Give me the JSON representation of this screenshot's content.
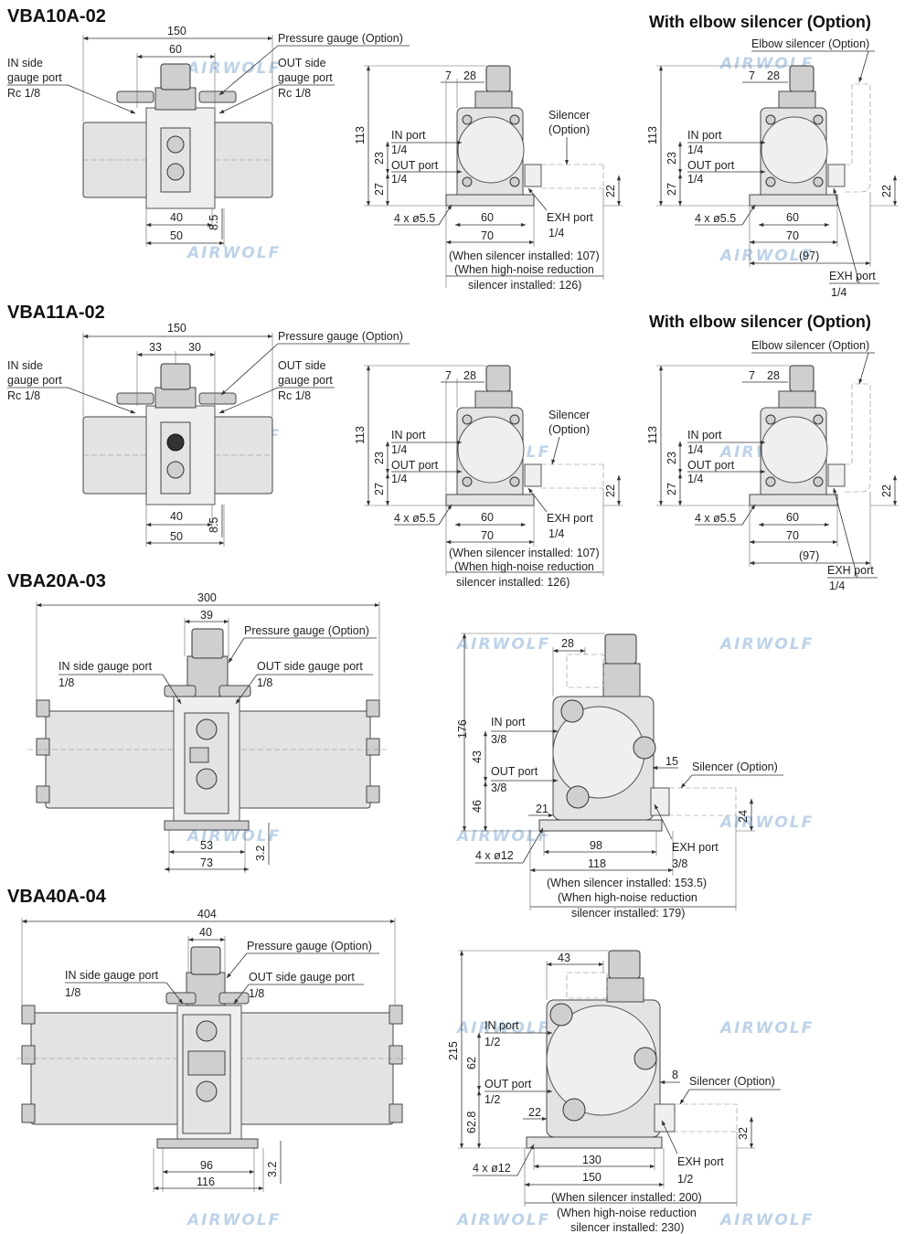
{
  "watermark": "AIRWOLF",
  "common": {
    "pressure_gauge": "Pressure gauge (Option)",
    "in_side_gauge_port": [
      "IN side",
      "gauge port"
    ],
    "out_side_gauge_port": [
      "OUT side",
      "gauge port"
    ],
    "rc18": "Rc 1/8",
    "in_port": "IN port",
    "out_port": "OUT port",
    "exh_port": "EXH port",
    "silencer_option": [
      "Silencer",
      "(Option)"
    ],
    "elbow_title": "With elbow silencer (Option)",
    "elbow_silencer": "Elbow silencer (Option)",
    "in_side_gauge_port_inline": "IN side gauge port",
    "out_side_gauge_port_inline": "OUT side gauge port",
    "silencer_inline": "Silencer (Option)"
  },
  "vba10": {
    "title": "VBA10A-02",
    "front_dims": [
      "150",
      "60",
      "40",
      "50",
      "8.5"
    ],
    "side_dims": [
      "113",
      "7",
      "28",
      "23",
      "27",
      "22",
      "4 x ø5.5",
      "60",
      "70"
    ],
    "port_size": "1/4",
    "notes": [
      "(When silencer installed: 107)",
      "(When high-noise reduction",
      "silencer installed: 126)"
    ],
    "elbow_dims": [
      "113",
      "7",
      "28",
      "23",
      "27",
      "22",
      "4 x ø5.5",
      "60",
      "70",
      "(97)"
    ]
  },
  "vba11": {
    "title": "VBA11A-02",
    "front_dims": [
      "150",
      "33",
      "30",
      "40",
      "50",
      "8.5"
    ],
    "side_dims": [
      "113",
      "7",
      "28",
      "23",
      "27",
      "22",
      "4 x ø5.5",
      "60",
      "70"
    ],
    "port_size": "1/4",
    "notes": [
      "(When silencer installed: 107)",
      "(When high-noise reduction",
      "silencer installed: 126)"
    ],
    "elbow_dims": [
      "113",
      "7",
      "28",
      "23",
      "27",
      "22",
      "4 x ø5.5",
      "60",
      "70",
      "(97)"
    ]
  },
  "vba20": {
    "title": "VBA20A-03",
    "front_dims": [
      "300",
      "39",
      "53",
      "73",
      "3.2"
    ],
    "gauge_port_size": "1/8",
    "side_dims": [
      "28",
      "176",
      "43",
      "46",
      "21",
      "15",
      "24",
      "4 x ø12",
      "98",
      "118"
    ],
    "port_size": "3/8",
    "notes": [
      "(When silencer installed: 153.5)",
      "(When high-noise reduction",
      "silencer installed: 179)"
    ]
  },
  "vba40": {
    "title": "VBA40A-04",
    "front_dims": [
      "404",
      "40",
      "96",
      "116",
      "3.2"
    ],
    "gauge_port_size": "1/8",
    "side_dims": [
      "43",
      "215",
      "62",
      "62.8",
      "22",
      "8",
      "32",
      "4 x ø12",
      "130",
      "150"
    ],
    "port_size": "1/2",
    "notes": [
      "(When silencer installed: 200)",
      "(When high-noise reduction",
      "silencer installed: 230)"
    ]
  }
}
